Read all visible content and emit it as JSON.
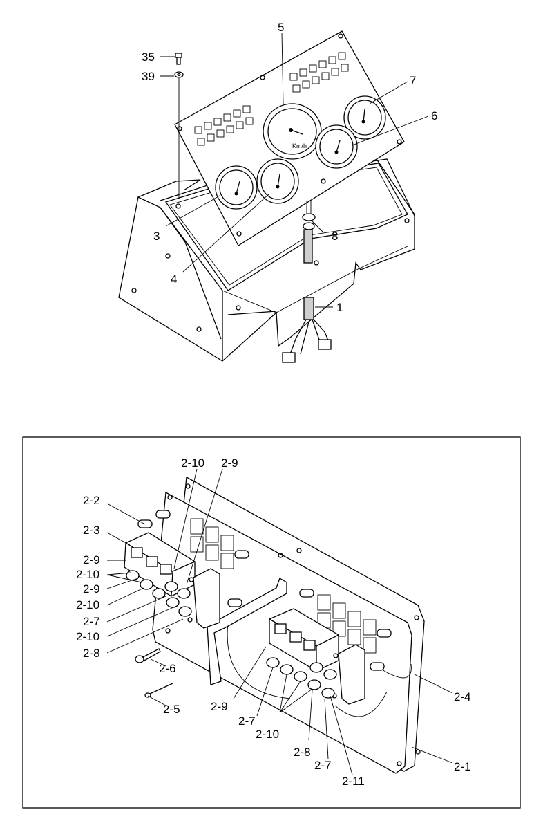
{
  "labels": {
    "top": [
      {
        "id": "l35",
        "text": "35"
      },
      {
        "id": "l39",
        "text": "39"
      },
      {
        "id": "l5",
        "text": "5"
      },
      {
        "id": "l7",
        "text": "7"
      },
      {
        "id": "l6",
        "text": "6"
      },
      {
        "id": "l3",
        "text": "3"
      },
      {
        "id": "l8",
        "text": "8"
      },
      {
        "id": "l4",
        "text": "4"
      },
      {
        "id": "l1",
        "text": "1"
      }
    ],
    "inset": [
      {
        "id": "i210a",
        "text": "2-10"
      },
      {
        "id": "i29a",
        "text": "2-9"
      },
      {
        "id": "i22",
        "text": "2-2"
      },
      {
        "id": "i23",
        "text": "2-3"
      },
      {
        "id": "i29b",
        "text": "2-9"
      },
      {
        "id": "i210b",
        "text": "2-10"
      },
      {
        "id": "i29c",
        "text": "2-9"
      },
      {
        "id": "i210c",
        "text": "2-10"
      },
      {
        "id": "i27a",
        "text": "2-7"
      },
      {
        "id": "i210d",
        "text": "2-10"
      },
      {
        "id": "i28a",
        "text": "2-8"
      },
      {
        "id": "i26",
        "text": "2-6"
      },
      {
        "id": "i25",
        "text": "2-5"
      },
      {
        "id": "i29d",
        "text": "2-9"
      },
      {
        "id": "i27b",
        "text": "2-7"
      },
      {
        "id": "i210e",
        "text": "2-10"
      },
      {
        "id": "i28b",
        "text": "2-8"
      },
      {
        "id": "i27c",
        "text": "2-7"
      },
      {
        "id": "i211",
        "text": "2-11"
      },
      {
        "id": "i24",
        "text": "2-4"
      },
      {
        "id": "i21",
        "text": "2-1"
      }
    ]
  },
  "gauge_unit": "Km/h"
}
